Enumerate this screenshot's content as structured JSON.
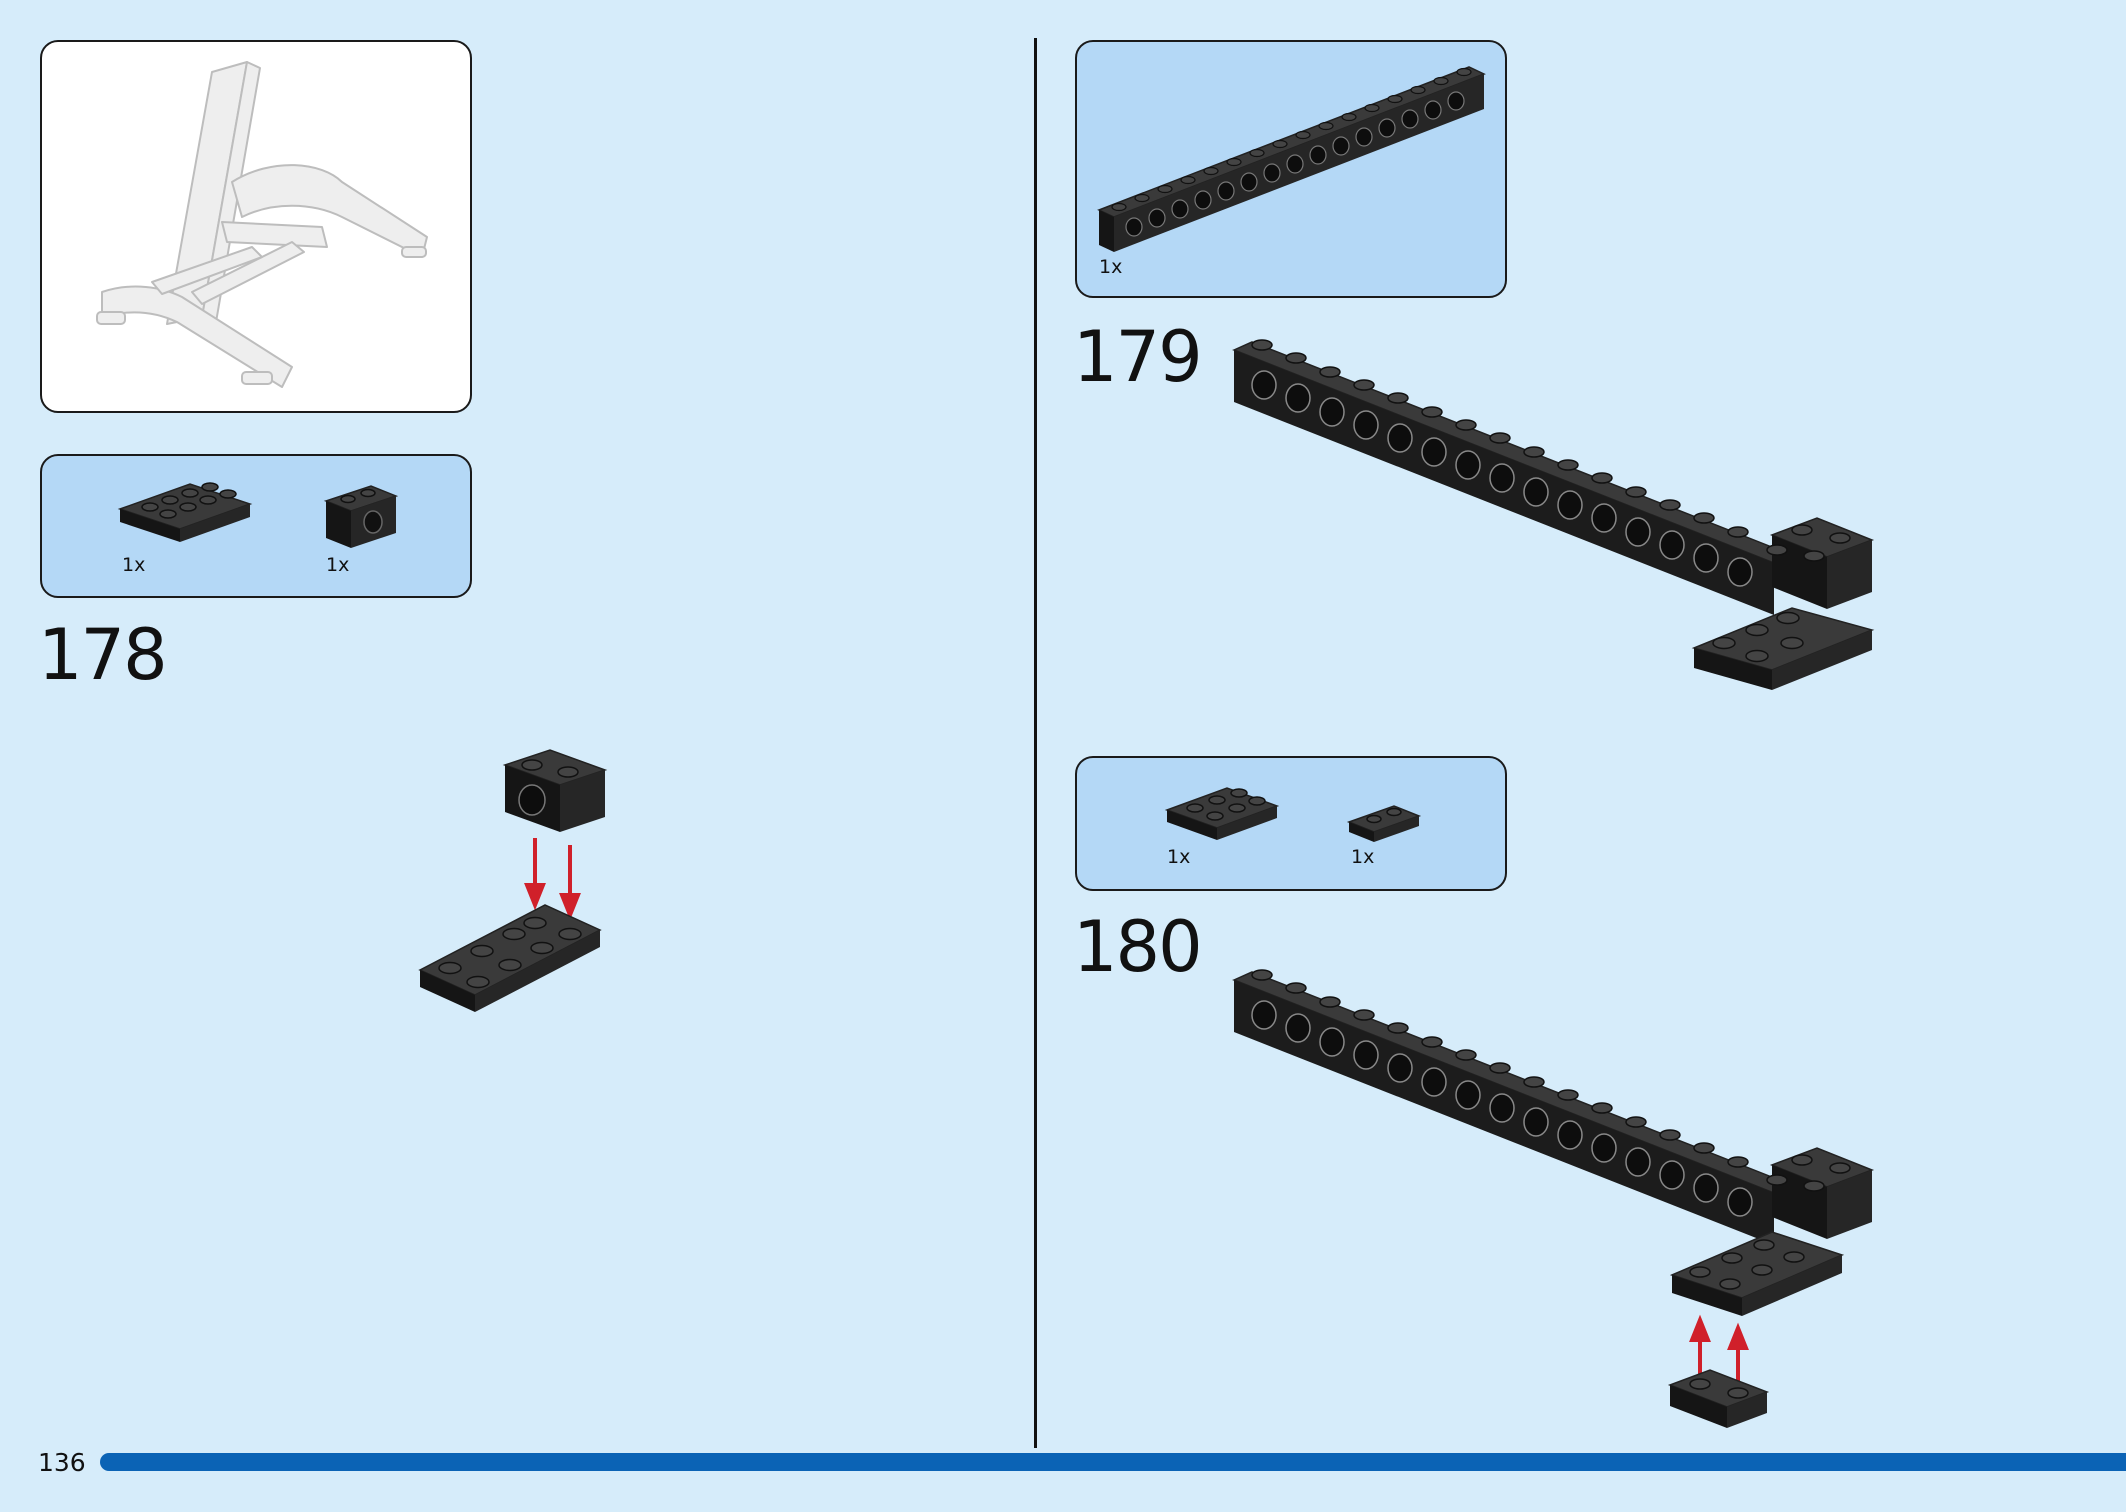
{
  "page": {
    "page_number": "136",
    "colors": {
      "background": "#d6ecfa",
      "parts_panel": "#b4d8f6",
      "brick": "#1e1e1e",
      "arrow": "#d0202a",
      "progress": "#0b63b5"
    }
  },
  "left": {
    "parts": [
      {
        "qty": "1x",
        "icon": "plate-2x4-icon"
      },
      {
        "qty": "1x",
        "icon": "technic-brick-1x2-icon"
      }
    ],
    "step": {
      "number": "178"
    }
  },
  "right": {
    "top_parts": [
      {
        "qty": "1x",
        "icon": "technic-beam-1x16-icon"
      }
    ],
    "step179": {
      "number": "179"
    },
    "mid_parts": [
      {
        "qty": "1x",
        "icon": "plate-2x3-icon"
      },
      {
        "qty": "1x",
        "icon": "plate-1x2-icon"
      }
    ],
    "step180": {
      "number": "180"
    }
  }
}
